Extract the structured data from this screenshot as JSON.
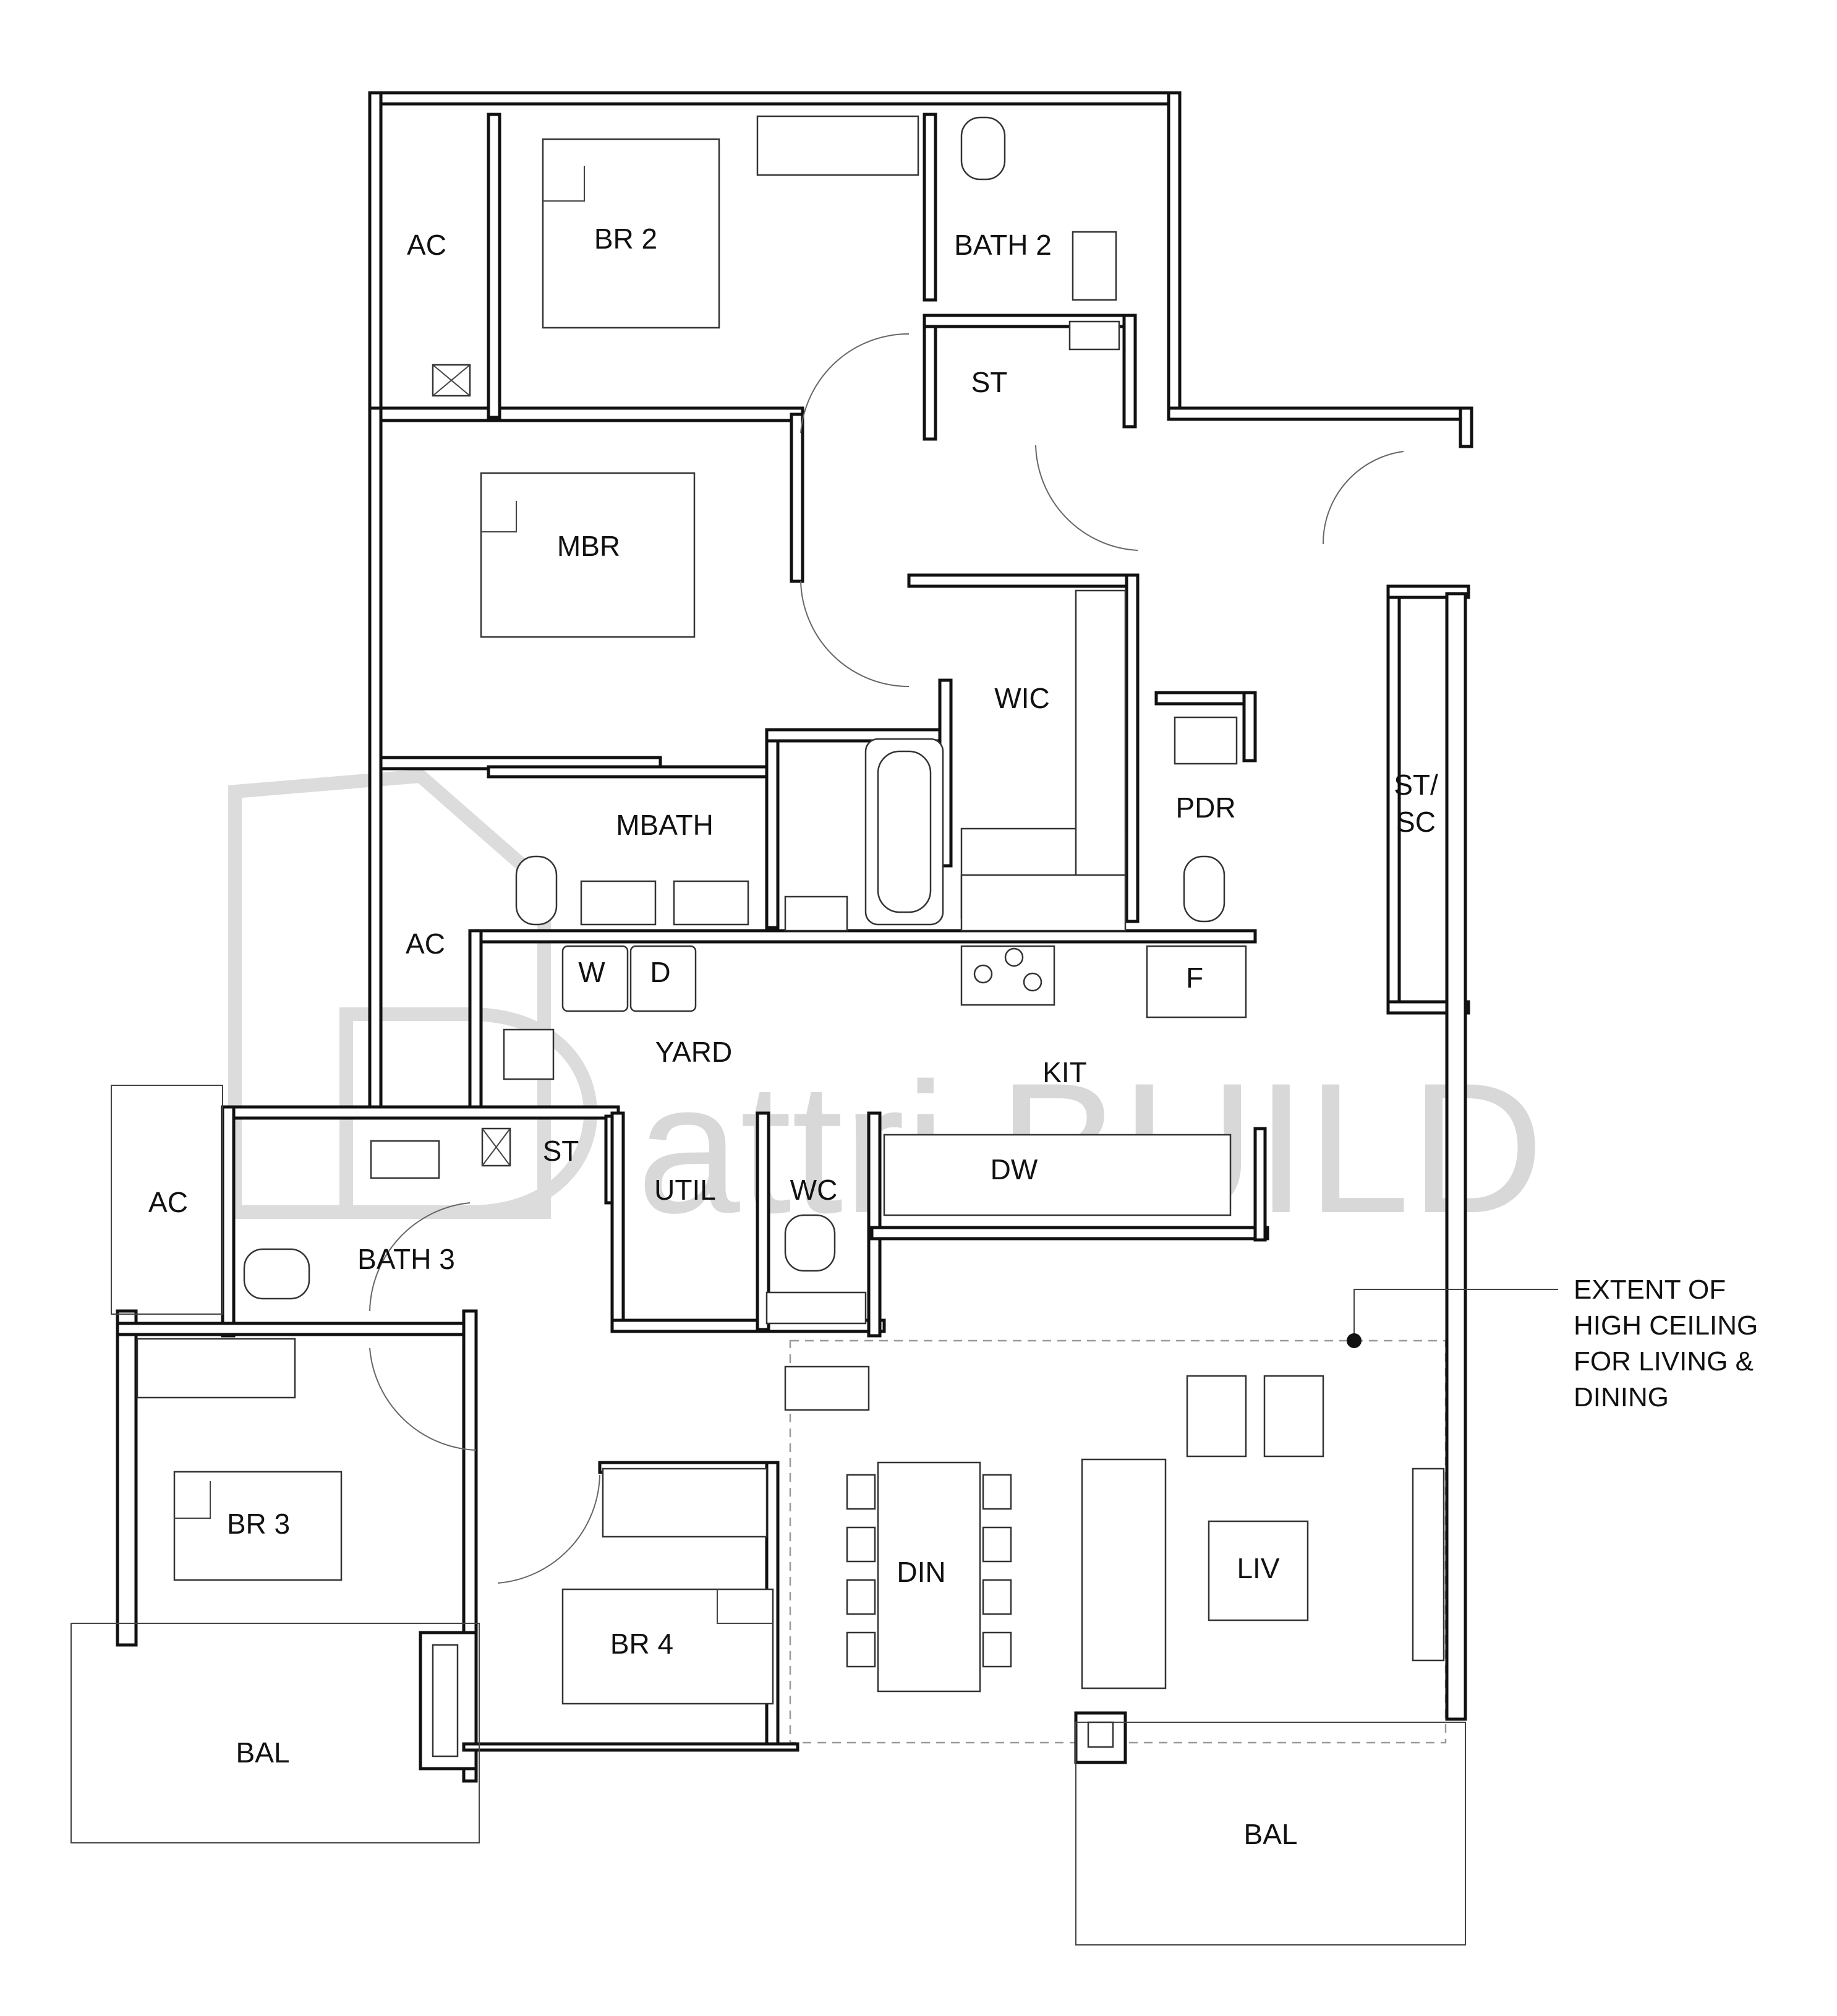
{
  "rooms": {
    "ac_top": "AC",
    "br2": "BR 2",
    "bath2": "BATH 2",
    "st_top": "ST",
    "mbr": "MBR",
    "wic": "WIC",
    "pdr": "PDR",
    "st_sc": [
      "ST/",
      "SC"
    ],
    "mbath": "MBATH",
    "ac_mid": "AC",
    "w": "W",
    "d": "D",
    "f": "F",
    "yard": "YARD",
    "kit": "KIT",
    "ac_left": "AC",
    "st_mid": "ST",
    "util": "UTIL",
    "wc": "WC",
    "dw": "DW",
    "bath3": "BATH 3",
    "br3": "BR 3",
    "br4": "BR 4",
    "din": "DIN",
    "liv": "LIV",
    "bal_left": "BAL",
    "bal_right": "BAL"
  },
  "annotation": {
    "lines": [
      "EXTENT OF",
      "HIGH CEILING",
      "FOR LIVING &",
      "DINING"
    ]
  },
  "watermark": {
    "text": "attri.BUILD"
  }
}
